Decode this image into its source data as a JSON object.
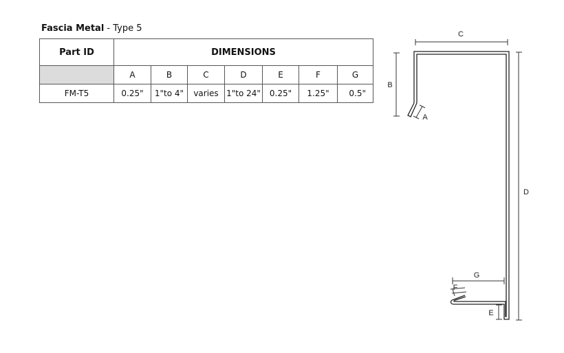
{
  "title": {
    "main": "Fascia Metal",
    "sep": " - ",
    "sub": "Type 5"
  },
  "table": {
    "part_id_header": "Part ID",
    "dimensions_header": "DIMENSIONS",
    "columns": [
      "A",
      "B",
      "C",
      "D",
      "E",
      "F",
      "G"
    ],
    "rows": [
      {
        "part_id": "FM-T5",
        "values": [
          "0.25\"",
          "1\"to 4\"",
          "varies",
          "1\"to 24\"",
          "0.25\"",
          "1.25\"",
          "0.5\""
        ]
      }
    ]
  },
  "drawing": {
    "labels": {
      "A": "A",
      "B": "B",
      "C": "C",
      "D": "D",
      "E": "E",
      "F": "F",
      "G": "G"
    }
  }
}
